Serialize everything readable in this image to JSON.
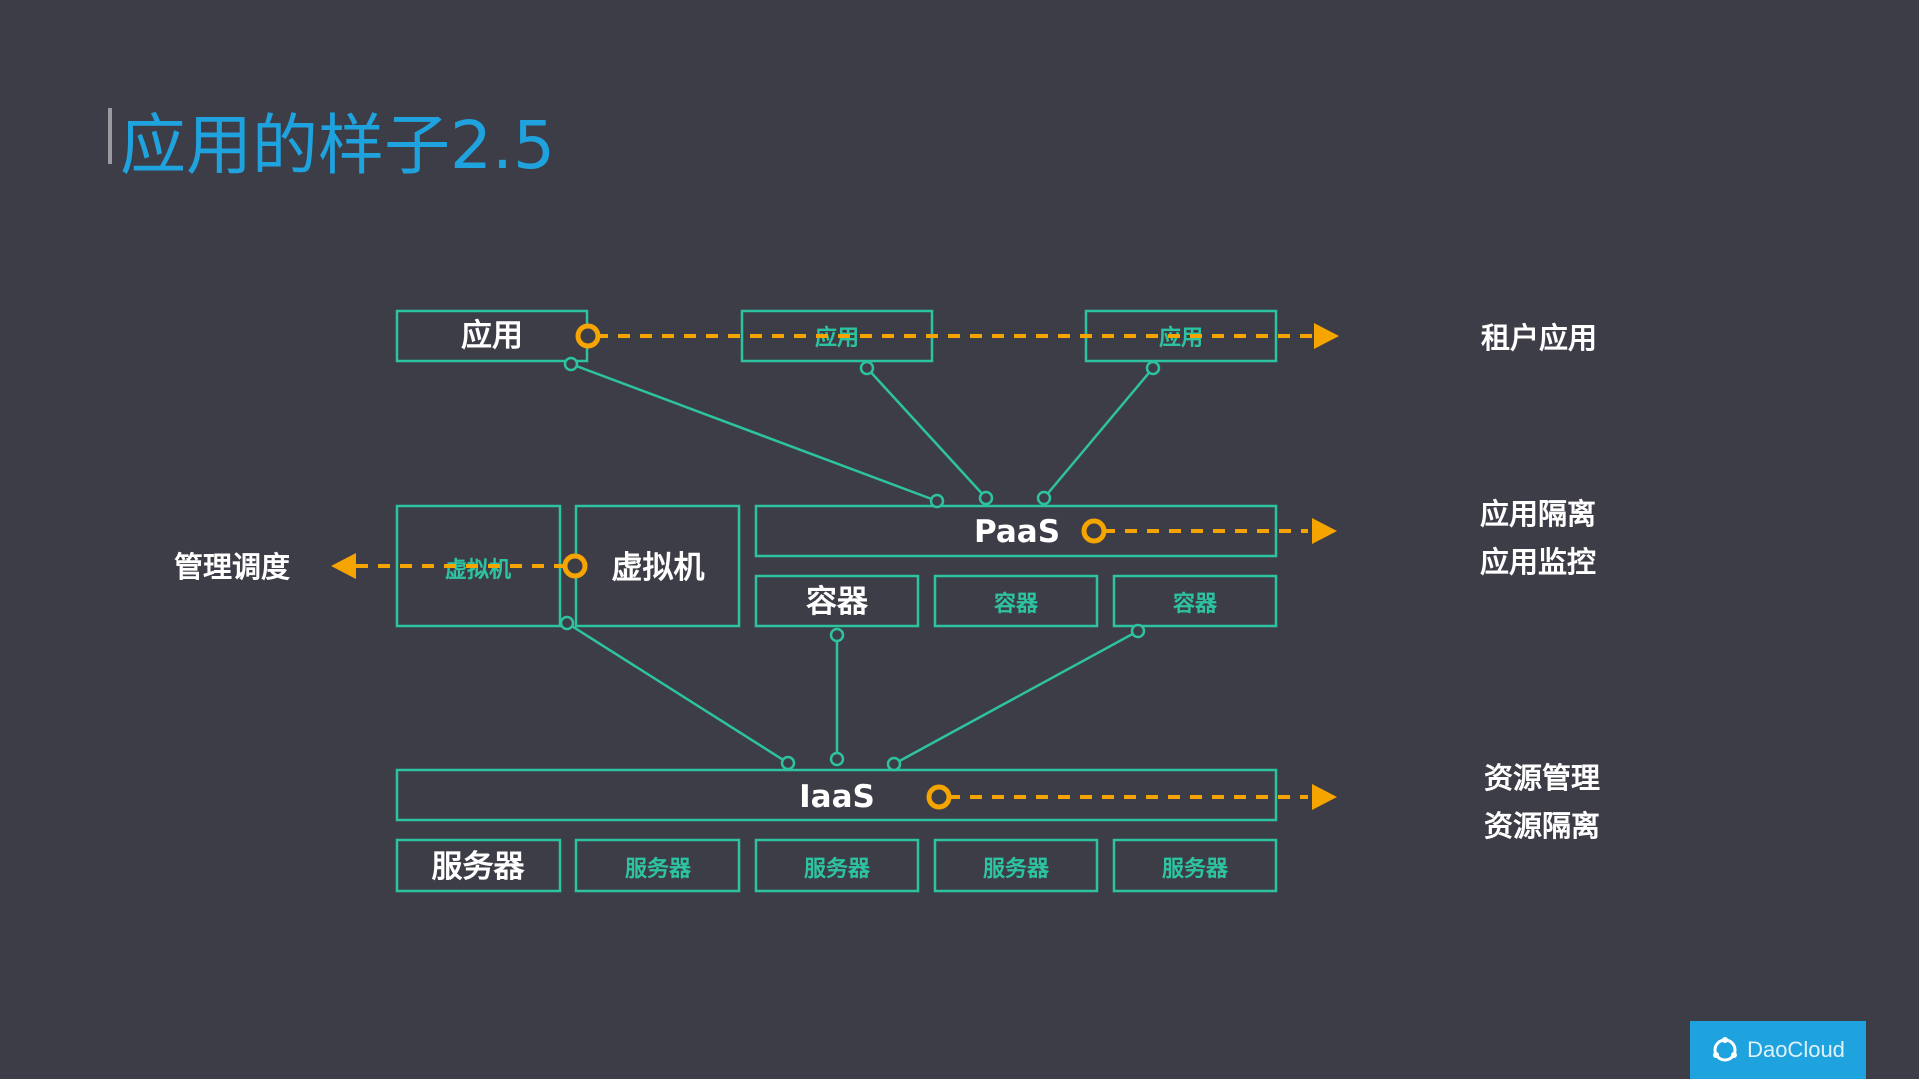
{
  "title": "应用的样子2.5",
  "colors": {
    "accent": "#1fa3df",
    "box": "#2dc3a0",
    "flow": "#f5a400",
    "background": "#3d3d47"
  },
  "apps": [
    "应用",
    "应用",
    "应用"
  ],
  "paas_label": "PaaS",
  "vms": [
    "虚拟机",
    "虚拟机"
  ],
  "containers": [
    "容器",
    "容器",
    "容器"
  ],
  "iaas_label": "IaaS",
  "servers": [
    "服务器",
    "服务器",
    "服务器",
    "服务器",
    "服务器"
  ],
  "right_labels": {
    "tenant_apps": "租户应用",
    "paas_line1": "应用隔离",
    "paas_line2": "应用监控",
    "iaas_line1": "资源管理",
    "iaas_line2": "资源隔离"
  },
  "left_label": "管理调度",
  "logo": {
    "text": "DaoCloud",
    "icon": "daocloud-logo-icon"
  }
}
